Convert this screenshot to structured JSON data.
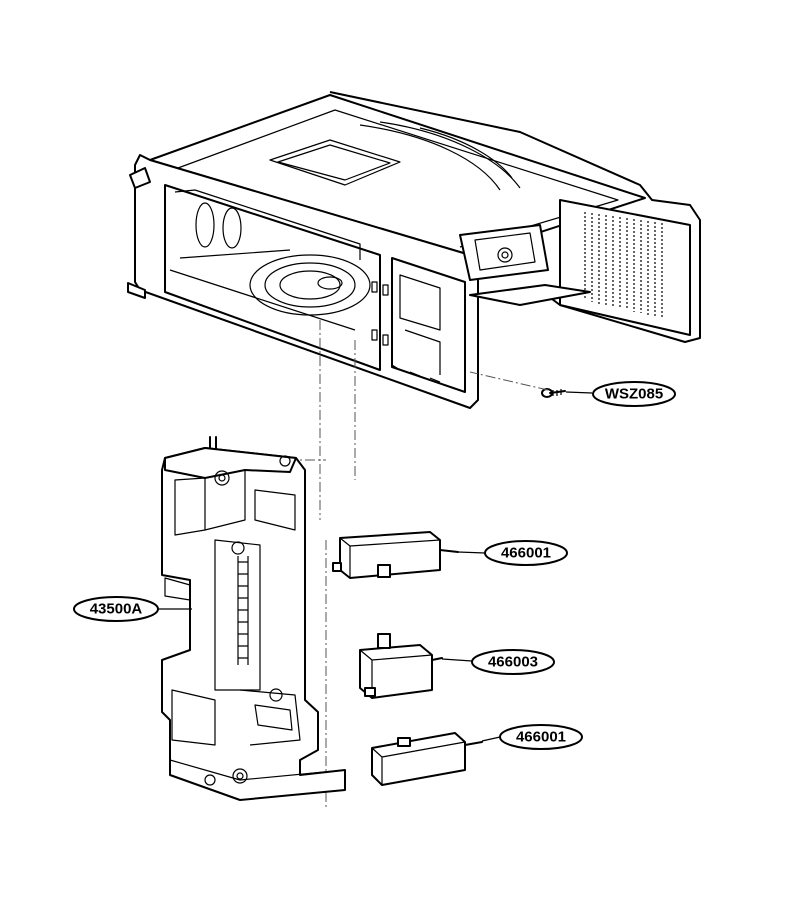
{
  "callouts": {
    "screw": "WSZ085",
    "switch_top": "466001",
    "bracket": "43500A",
    "switch_middle": "466003",
    "switch_bottom": "466001"
  }
}
